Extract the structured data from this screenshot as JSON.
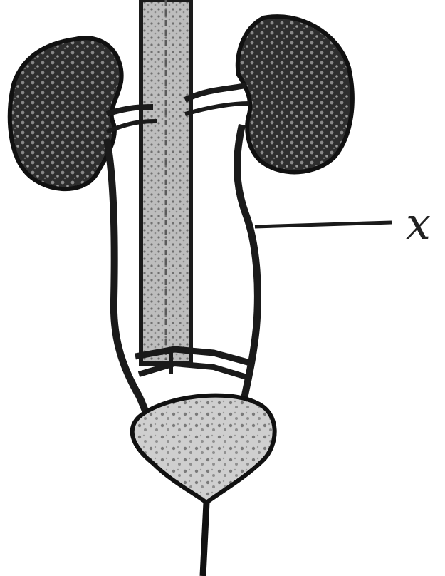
{
  "diagram": {
    "subject": "urinary-system",
    "labels": [
      {
        "id": "x",
        "text": "x"
      }
    ]
  },
  "colors": {
    "ink": "#1a1a1a",
    "kidney_fill": "#3a3a3a",
    "vessel_fill": "#b8b8b8",
    "bladder_fill": "#c4c4c4",
    "background": "#ffffff"
  }
}
